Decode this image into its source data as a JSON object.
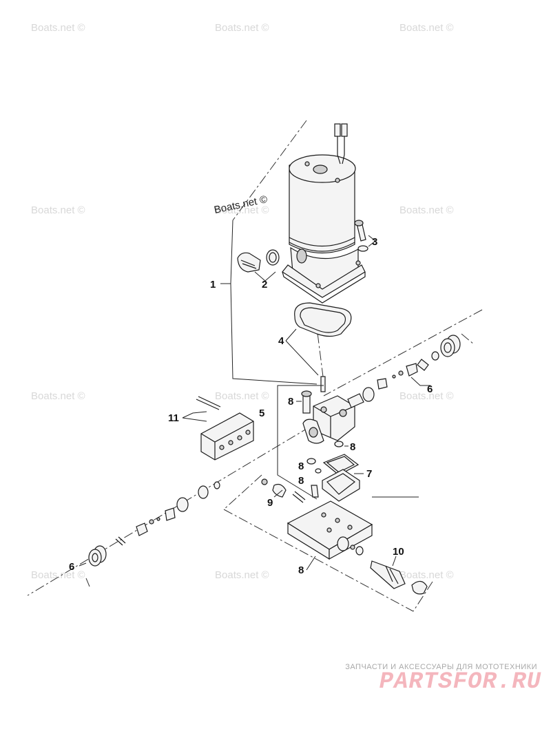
{
  "watermarks": [
    "Boats.net ©",
    "Boats.net ©",
    "Boats.net ©",
    "Boats.net ©",
    "Boats.net ©",
    "Boats.net ©",
    "Boats.net ©",
    "Boats.net ©",
    "Boats.net ©",
    "Boats.net ©",
    "Boats.net ©",
    "Boats.net ©"
  ],
  "diagram_watermark": "Boats.net ©",
  "callouts": {
    "c1": "1",
    "c2": "2",
    "c3": "3",
    "c4": "4",
    "c5": "5",
    "c6a": "6",
    "c6b": "6",
    "c7": "7",
    "c8a": "8",
    "c8b": "8",
    "c8c": "8",
    "c8d": "8",
    "c8e": "8",
    "c9": "9",
    "c10": "10",
    "c11": "11"
  },
  "footer": {
    "tagline": "ЗАПЧАСТИ И АКСЕССУАРЫ ДЛЯ МОТОТЕХНИКИ",
    "logo": "PARTSFOR.RU"
  },
  "colors": {
    "line": "#1a1a1a",
    "watermark": "#d8d8d8",
    "logo": "#f4b6bd"
  }
}
